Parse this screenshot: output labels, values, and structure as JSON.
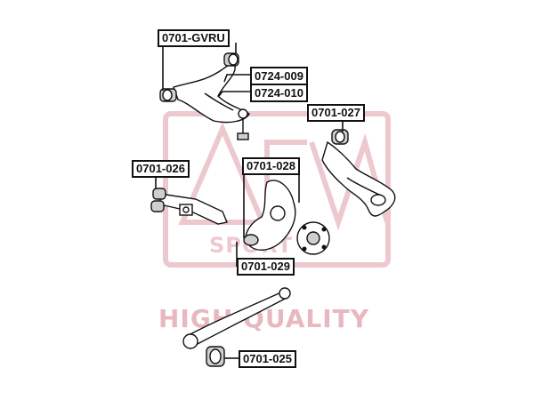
{
  "labels": {
    "gvru": "0701-GVRU",
    "p724_009": "0724-009",
    "p724_010": "0724-010",
    "p701_027": "0701-027",
    "p701_026": "0701-026",
    "p701_028": "0701-028",
    "p701_029": "0701-029",
    "p701_025": "0701-025"
  },
  "watermark": {
    "brand": "ASVA",
    "sub": "SPORT",
    "tagline": "HIGH QUALITY",
    "color": "#e8b8bf"
  },
  "colors": {
    "line": "#111111",
    "part_fill": "#ffffff",
    "part_shade": "#cfcfcf"
  }
}
